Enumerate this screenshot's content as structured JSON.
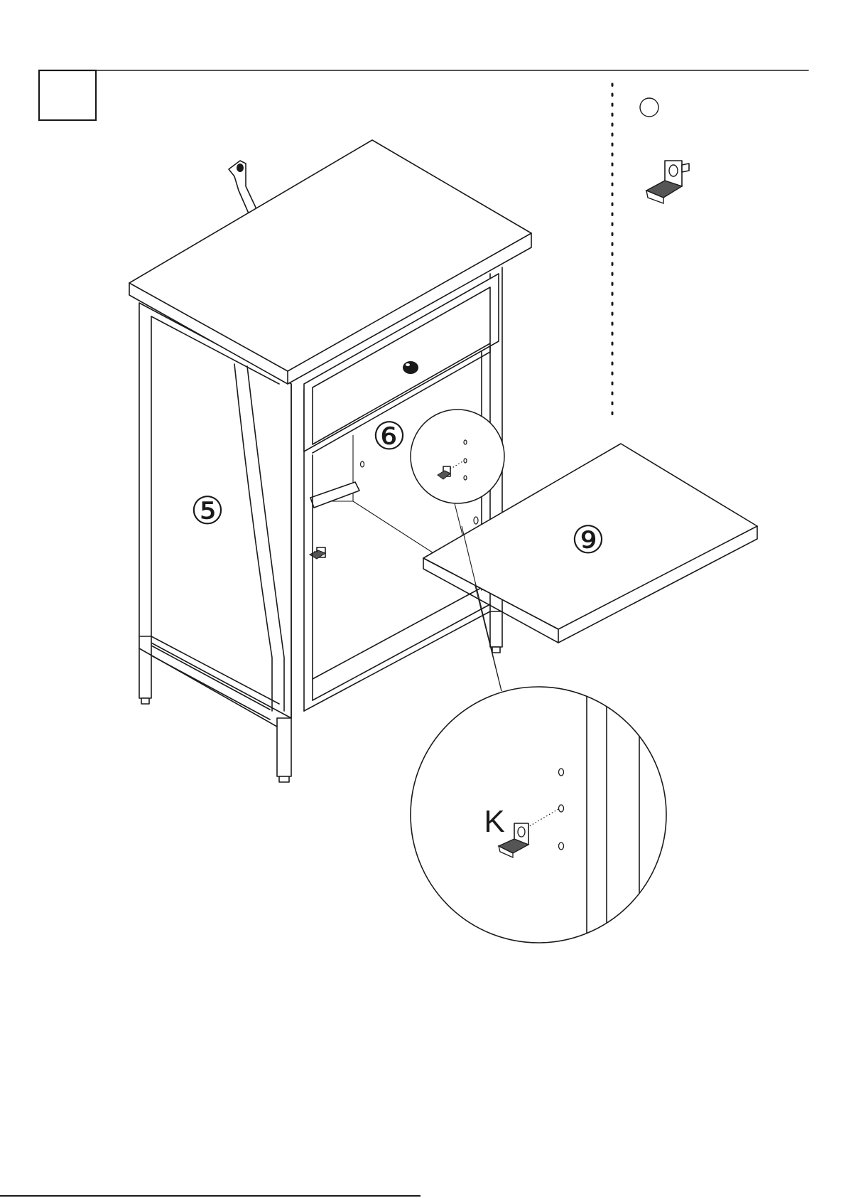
{
  "step": {
    "number": ""
  },
  "hardware": {
    "letter": ""
  },
  "parts": {
    "side_panel": "⑤",
    "back_panel": "⑥",
    "shelf": "⑨"
  },
  "callout": {
    "bracket_letter": "K"
  },
  "footer": {
    "page_text": ""
  }
}
